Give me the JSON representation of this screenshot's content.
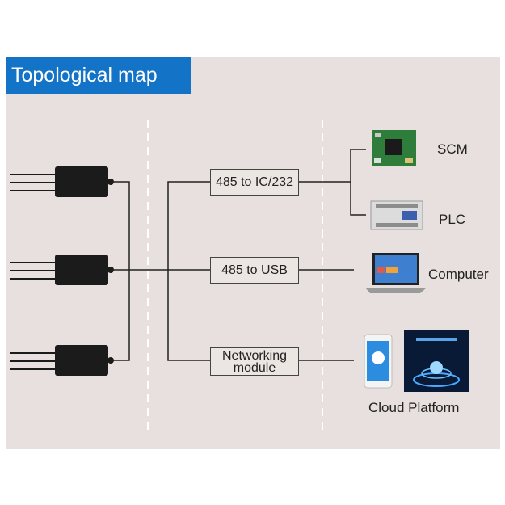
{
  "title": "Topological map",
  "converters": [
    {
      "label": "485 to IC/232"
    },
    {
      "label": "485 to USB"
    },
    {
      "label": "Networking module"
    }
  ],
  "devices": {
    "scm": "SCM",
    "plc": "PLC",
    "computer": "Computer",
    "cloud": "Cloud Platform"
  },
  "colors": {
    "panel": "#e8e0de",
    "title_bg": "#1273c7",
    "sensor": "#1b1b1b",
    "line": "#222222"
  }
}
